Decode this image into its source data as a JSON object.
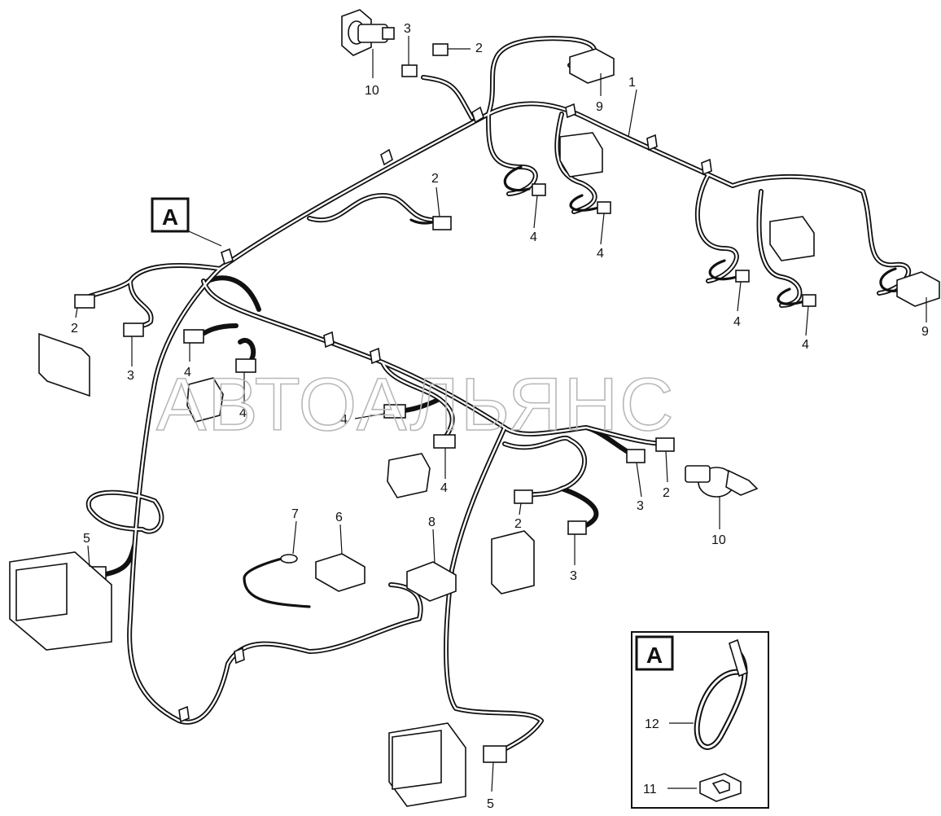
{
  "watermark": "АВТОАЛЬЯНС",
  "callout_box_label": "A",
  "inset": {
    "box_label": "A",
    "items": [
      {
        "num": "12"
      },
      {
        "num": "11"
      }
    ]
  },
  "callouts": [
    {
      "num": "1"
    },
    {
      "num": "2"
    },
    {
      "num": "3"
    },
    {
      "num": "10"
    },
    {
      "num": "9"
    },
    {
      "num": "2"
    },
    {
      "num": "4"
    },
    {
      "num": "4"
    },
    {
      "num": "4"
    },
    {
      "num": "4"
    },
    {
      "num": "9"
    },
    {
      "num": "2"
    },
    {
      "num": "3"
    },
    {
      "num": "4"
    },
    {
      "num": "4"
    },
    {
      "num": "4"
    },
    {
      "num": "4"
    },
    {
      "num": "2"
    },
    {
      "num": "3"
    },
    {
      "num": "2"
    },
    {
      "num": "3"
    },
    {
      "num": "10"
    },
    {
      "num": "7"
    },
    {
      "num": "6"
    },
    {
      "num": "8"
    },
    {
      "num": "5"
    },
    {
      "num": "5"
    }
  ]
}
